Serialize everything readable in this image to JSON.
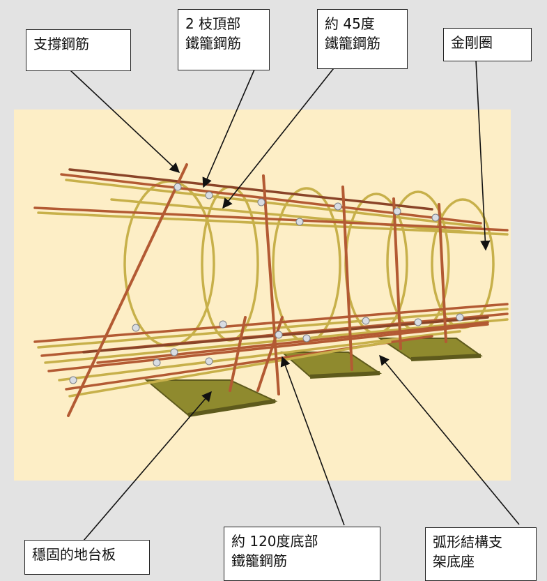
{
  "colors": {
    "background": "#e3e3e3",
    "panel": "#fdeec6",
    "rebar_red": "#b35a33",
    "rebar_yellow": "#c7b04a",
    "rebar_dark": "#8a4428",
    "beam": "#8f8a2e",
    "beam_shadow": "#5e5a1c",
    "clip": "#d9dde3",
    "leader": "#111111"
  },
  "labels": {
    "support_rebar": "支撐鋼筋",
    "top_two_line1": "2 枝頂部",
    "top_two_line2": "鐵籠鋼筋",
    "deg45_line1": "約 45度",
    "deg45_line2": "鐵籠鋼筋",
    "diamond_ring": "金剛圈",
    "base_plate": "穩固的地台板",
    "bottom120_line1": "約 120度底部",
    "bottom120_line2": "鐵籠鋼筋",
    "arc_support_line1": "弧形結構支",
    "arc_support_line2": "架底座"
  }
}
